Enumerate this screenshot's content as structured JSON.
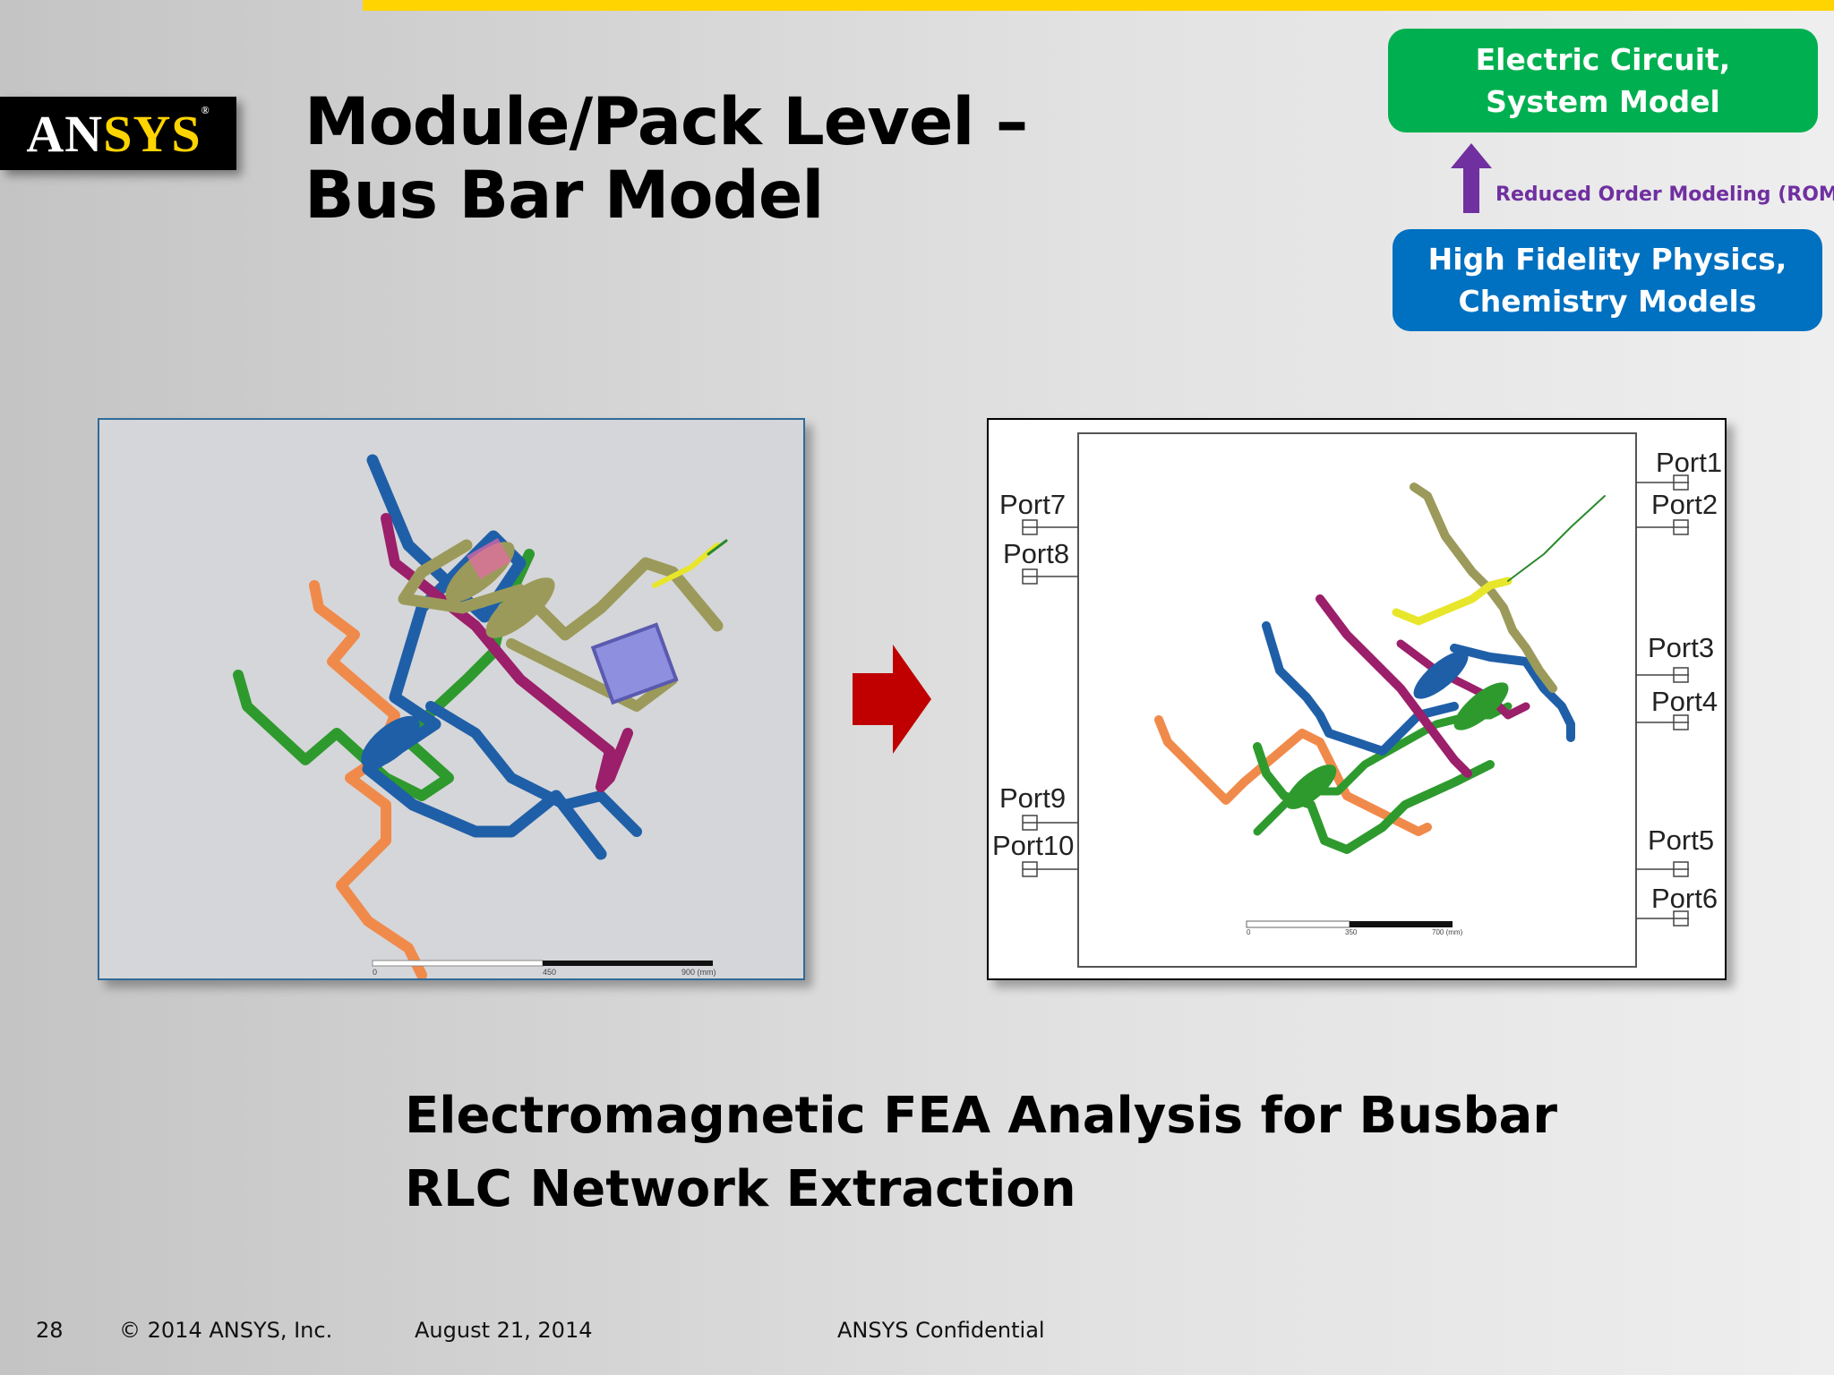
{
  "logo": {
    "text_main": "AN",
    "text_accent": "SYS",
    "reg": "®"
  },
  "title": {
    "line1": "Module/Pack Level –",
    "line2": "Bus Bar Model"
  },
  "hierarchy": {
    "top_box": {
      "line1": "Electric Circuit,",
      "line2": "System Model"
    },
    "arrow_label": "Reduced Order Modeling (ROM)",
    "bottom_box": {
      "line1": "High Fidelity Physics,",
      "line2": "Chemistry Models"
    },
    "colors": {
      "green": "#00b050",
      "blue": "#0070c0",
      "purple": "#7030a0"
    }
  },
  "left_image": {
    "scale_labels": [
      "0",
      "450",
      "900 (mm)"
    ]
  },
  "right_image": {
    "ports_left": [
      "Port7",
      "Port8",
      "Port9",
      "Port10"
    ],
    "ports_right": [
      "Port1",
      "Port2",
      "Port3",
      "Port4",
      "Port5",
      "Port6"
    ],
    "scale_labels": [
      "0",
      "350",
      "700 (mm)"
    ]
  },
  "caption": {
    "line1": "Electromagnetic FEA Analysis for Busbar",
    "line2": "RLC Network Extraction"
  },
  "footer": {
    "page_number": "28",
    "copyright": "© 2014 ANSYS, Inc.",
    "date": "August 21, 2014",
    "confidential": "ANSYS Confidential"
  },
  "icons": [
    "arrow-up-icon",
    "red-arrow-right-icon"
  ]
}
